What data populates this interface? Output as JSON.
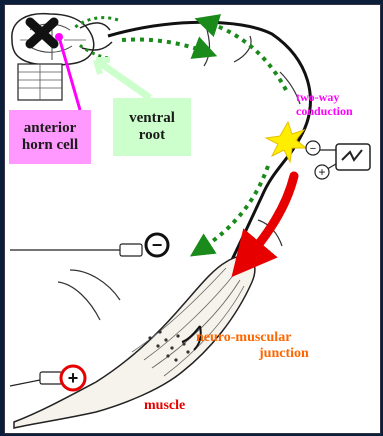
{
  "labels": {
    "anterior_line1": "anterior",
    "anterior_line2": "horn cell",
    "ventral_line1": "ventral",
    "ventral_line2": "root",
    "twoway_line1": "two-way",
    "twoway_line2": "conduction",
    "nmj_line1": "neuro-muscular",
    "nmj_line2": "junction",
    "muscle": "muscle"
  },
  "electrodes": {
    "stim_negative": "−",
    "stim_positive": "+",
    "rec_negative": "−",
    "rec_positive": "+"
  },
  "colors": {
    "frame": "#0b1f3a",
    "anterior_box": "#ff99ff",
    "ventral_box": "#ccffcc",
    "twoway_text": "#ff00ff",
    "nmj_text": "#ff6600",
    "muscle_text": "#e60000",
    "orthodromic_arrow": "#e60000",
    "antidromic_arrows": "#1a8a1a",
    "stimulus_star": "#ffee00"
  }
}
